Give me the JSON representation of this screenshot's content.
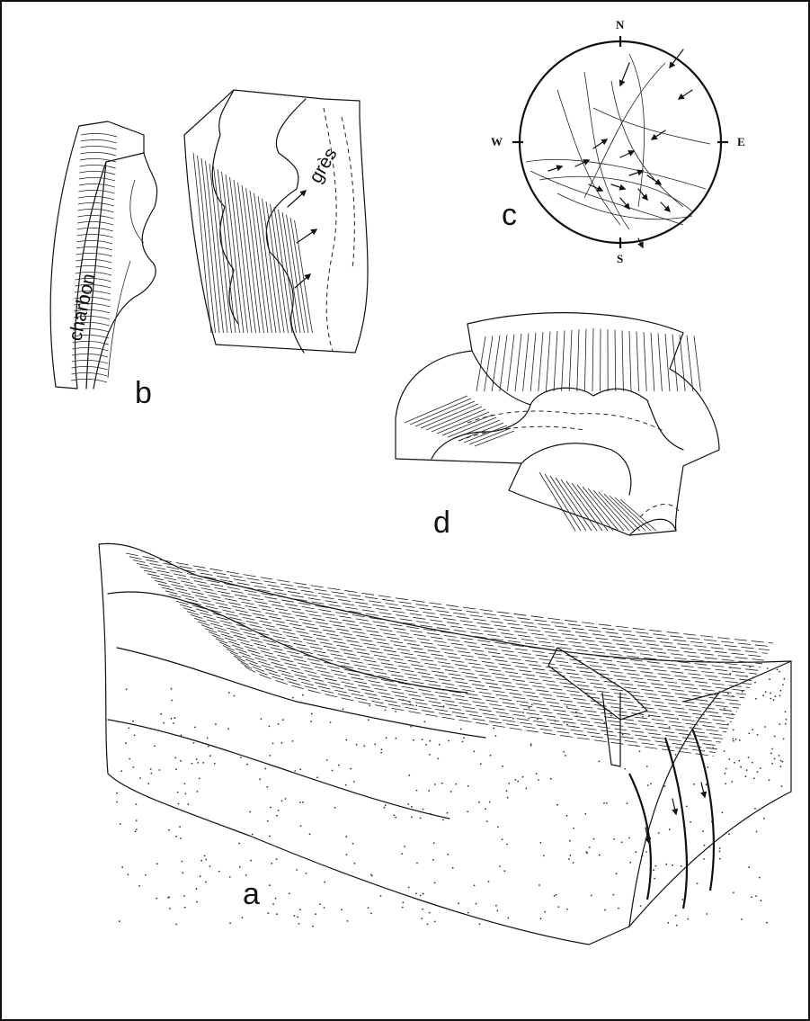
{
  "panels": {
    "a": {
      "label": "a"
    },
    "b": {
      "label": "b",
      "coal_label": "charbon",
      "sandstone_label": "grès"
    },
    "c": {
      "label": "c",
      "north": "N",
      "south": "S",
      "east": "E",
      "west": "W"
    },
    "d": {
      "label": "d"
    }
  },
  "colors": {
    "ink": "#111111",
    "paper": "#ffffff"
  }
}
